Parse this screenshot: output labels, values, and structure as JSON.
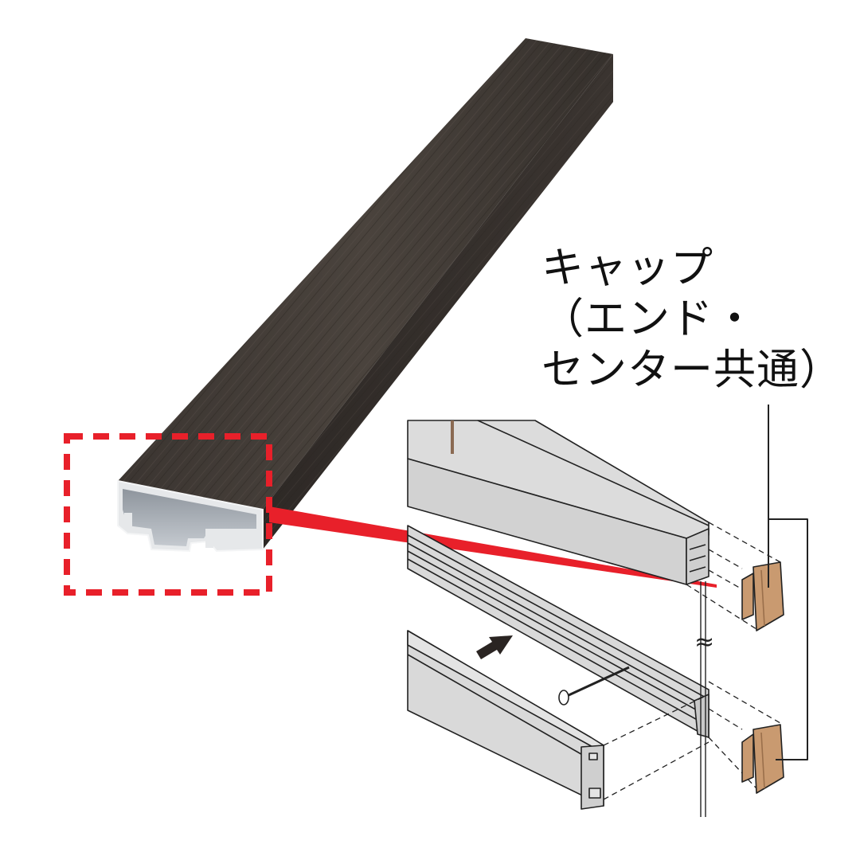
{
  "callout": {
    "lines": [
      "キャップ",
      "（エンド・",
      "センター共通）"
    ],
    "full_text": "キャップ（エンド・センター共通）",
    "color": "#111111"
  },
  "product": {
    "name": "wood-grain-aluminum-beam",
    "finish_color": "#3d3733",
    "profile_color": "#c9ccd1"
  },
  "highlight": {
    "style": "dashed-box",
    "color": "#e8202a"
  },
  "exploded_view": {
    "rail_color": "#dcdcdc",
    "cap_color": "#c99a70",
    "cap_count": 2,
    "break_symbol": "≈",
    "arrow": "insert-direction"
  }
}
